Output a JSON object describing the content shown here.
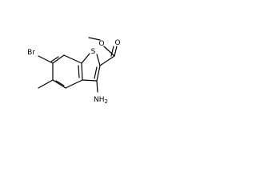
{
  "molecule": {
    "atoms": {
      "sulfur": "S",
      "bromine": "Br",
      "carbonyl_oxygen": "O",
      "ester_oxygen": "O",
      "amine": "NH",
      "amine_subscript": "2"
    },
    "colors": {
      "bond": "#000000",
      "label": "#000000",
      "background": "#ffffff"
    }
  }
}
